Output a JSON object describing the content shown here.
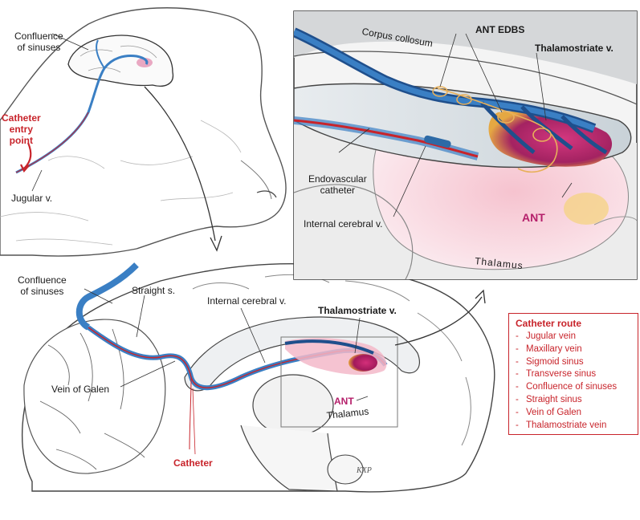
{
  "head_view": {
    "confluence_label": "Confluence\nof sinuses",
    "catheter_entry_label": "Catheter\nentry\npoint",
    "jugular_label": "Jugular v."
  },
  "inset_view": {
    "corpus_label": "Corpus collosum",
    "ant_edbs_label": "ANT EDBS",
    "thalamostriate_label": "Thalamostriate v.",
    "endovascular_label": "Endovascular\ncatheter",
    "internal_cerebral_label": "Internal cerebral v.",
    "ant_label": "ANT",
    "thalamus_label": "Thalamus"
  },
  "brain_view": {
    "confluence_label": "Confluence\nof sinuses",
    "straight_label": "Straight s.",
    "internal_cerebral_label": "Internal cerebral v.",
    "thalamostriate_label": "Thalamostriate v.",
    "vein_of_galen_label": "Vein of Galen",
    "ant_label": "ANT",
    "thalamus_label": "Thalamus",
    "catheter_label": "Catheter",
    "signature": "KXP"
  },
  "catheter_route": {
    "title": "Catheter route",
    "items": [
      "Jugular vein",
      "Maxillary vein",
      "Sigmoid sinus",
      "Transverse sinus",
      "Confluence of sinuses",
      "Straight sinus",
      "Vein of Galen",
      "Thalamostriate vein"
    ]
  },
  "colors": {
    "vein_blue": "#3a7fc4",
    "vein_dark": "#1f4f8c",
    "catheter_red": "#c8242b",
    "ant_magenta": "#b5206b",
    "outline": "#3a3a3a"
  }
}
